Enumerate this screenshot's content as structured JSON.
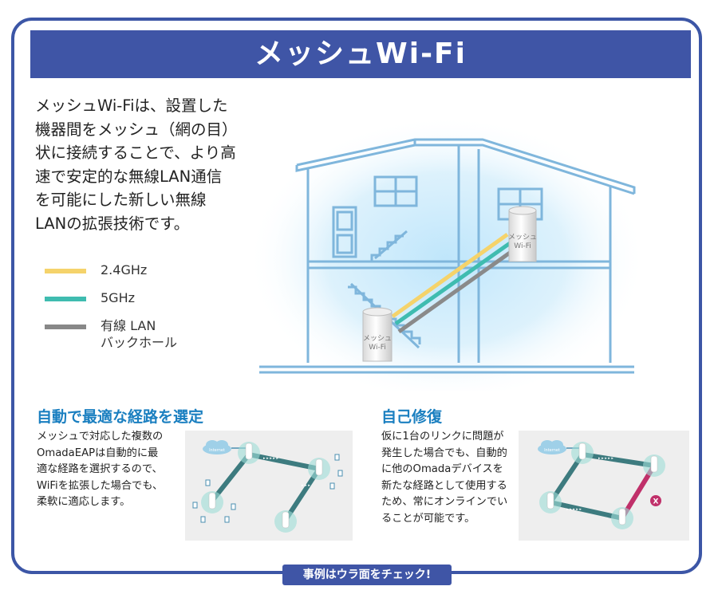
{
  "title": "メッシュWi-Fi",
  "intro_lines": [
    "メッシュWi-Fiは、設置した",
    "機器間をメッシュ（網の目）",
    "状に接続することで、より高",
    "速で安定的な無線LAN通信",
    "を可能にした新しい無線",
    "LANの拡張技術です。"
  ],
  "legend": [
    {
      "label": "2.4GHz",
      "color": "#f5d36b"
    },
    {
      "label": "5GHz",
      "color": "#3fbcb0"
    },
    {
      "label": "有線 LAN",
      "label2": "バックホール",
      "color": "#888888"
    }
  ],
  "house": {
    "device_label_line1": "メッシュ",
    "device_label_line2": "Wi-Fi"
  },
  "section1": {
    "title": "自動で最適な経路を選定",
    "lines": [
      "メッシュで対応した複数の",
      "OmadaEAPは自動的に最",
      "適な経路を選択するので、",
      "WiFiを拡張した場合でも、",
      "柔軟に適応します。"
    ]
  },
  "section2": {
    "title": "自己修復",
    "lines": [
      "仮に1台のリンクに問題が",
      "発生した場合でも、自動的",
      "に他のOmadaデバイスを",
      "新たな経路として使用する",
      "ため、常にオンラインでい",
      "ることが可能です。"
    ]
  },
  "diagram": {
    "cloud_label": "Internet",
    "fail_mark": "X"
  },
  "footer": "事例はウラ面をチェック!",
  "colors": {
    "brand": "#3f55a6",
    "heading": "#1a7fc0",
    "house_line": "#7fb6dc",
    "teal": "#4bbdb6",
    "mesh_link": "#3d7b7f",
    "broken_link": "#c0306a"
  }
}
